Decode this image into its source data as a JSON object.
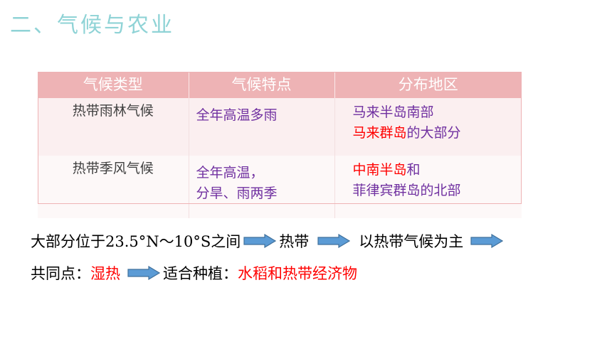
{
  "title": "二、气候与农业",
  "table": {
    "headers": [
      "气候类型",
      "气候特点",
      "分布地区"
    ],
    "rows": [
      {
        "type": "热带雨林气候",
        "features": [
          "全年高温多雨"
        ],
        "distribution": [
          [
            {
              "text": "马来半岛南部",
              "highlight": false
            }
          ],
          [
            {
              "text": "马来群岛",
              "highlight": true
            },
            {
              "text": "的大部分",
              "highlight": false
            }
          ]
        ]
      },
      {
        "type": "热带季风气候",
        "features": [
          "全年高温，",
          "分旱、雨两季"
        ],
        "distribution": [
          [
            {
              "text": "中南半岛",
              "highlight": true
            },
            {
              "text": "和",
              "highlight": false
            }
          ],
          [
            {
              "text": "菲律宾群岛的北部",
              "highlight": false
            }
          ]
        ]
      }
    ]
  },
  "line1": {
    "part1": "大部分位于",
    "coords": "23.5°N～10°S",
    "part2": "之间",
    "step1": "热带",
    "step2": "以热带气候为主"
  },
  "line2": {
    "label": "共同点：",
    "common": "湿热",
    "crops_label": "适合种植：",
    "crops": "水稻和热带经济物"
  },
  "colors": {
    "title": "#8fd3d6",
    "header_bg": "#eeb3b5",
    "highlight": "#ff0000",
    "purple": "#7030a0",
    "arrow_fill": "#5b9bd5"
  },
  "icons": [
    "right-arrow-icon"
  ]
}
